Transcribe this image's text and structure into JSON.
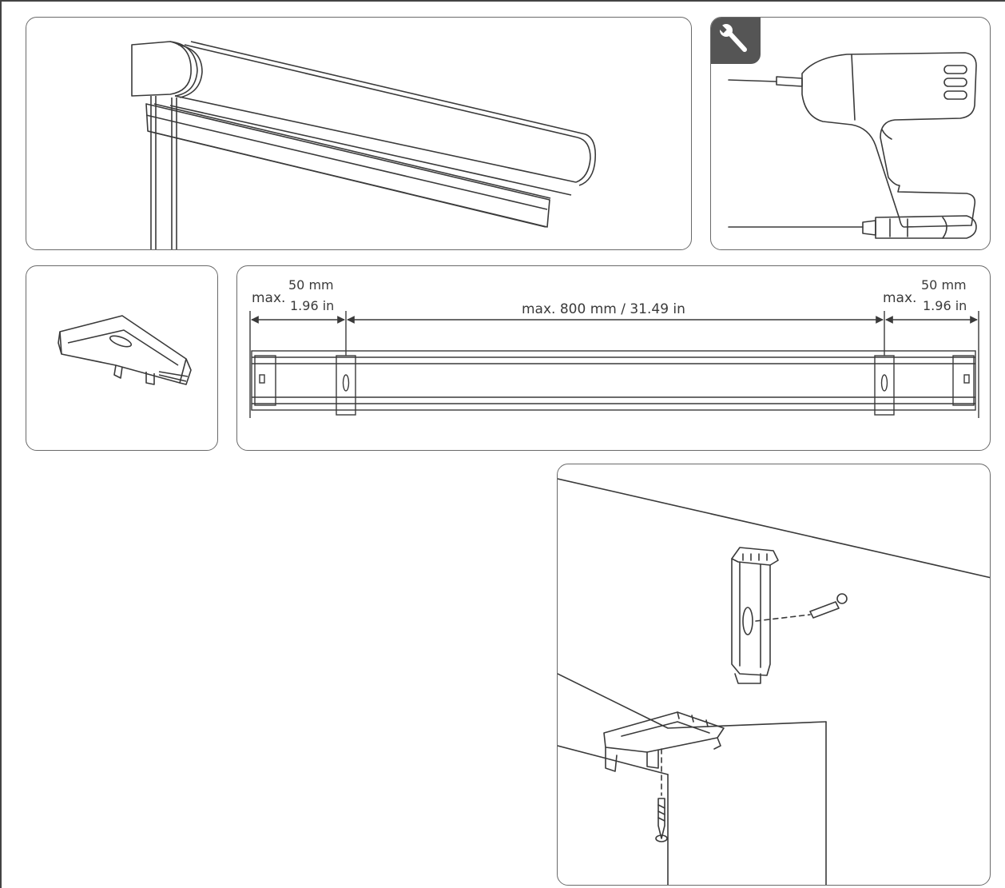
{
  "icons": {
    "tools_badge": "wrench-icon"
  },
  "dimensions": {
    "left_prefix": "max.",
    "left_mm": "50 mm",
    "left_in": "1.96 in",
    "center": "max. 800 mm / 31.49 in",
    "right_prefix": "max.",
    "right_mm": "50 mm",
    "right_in": "1.96 in"
  },
  "colors": {
    "line": "#3a3a3a",
    "badge": "#555555"
  }
}
